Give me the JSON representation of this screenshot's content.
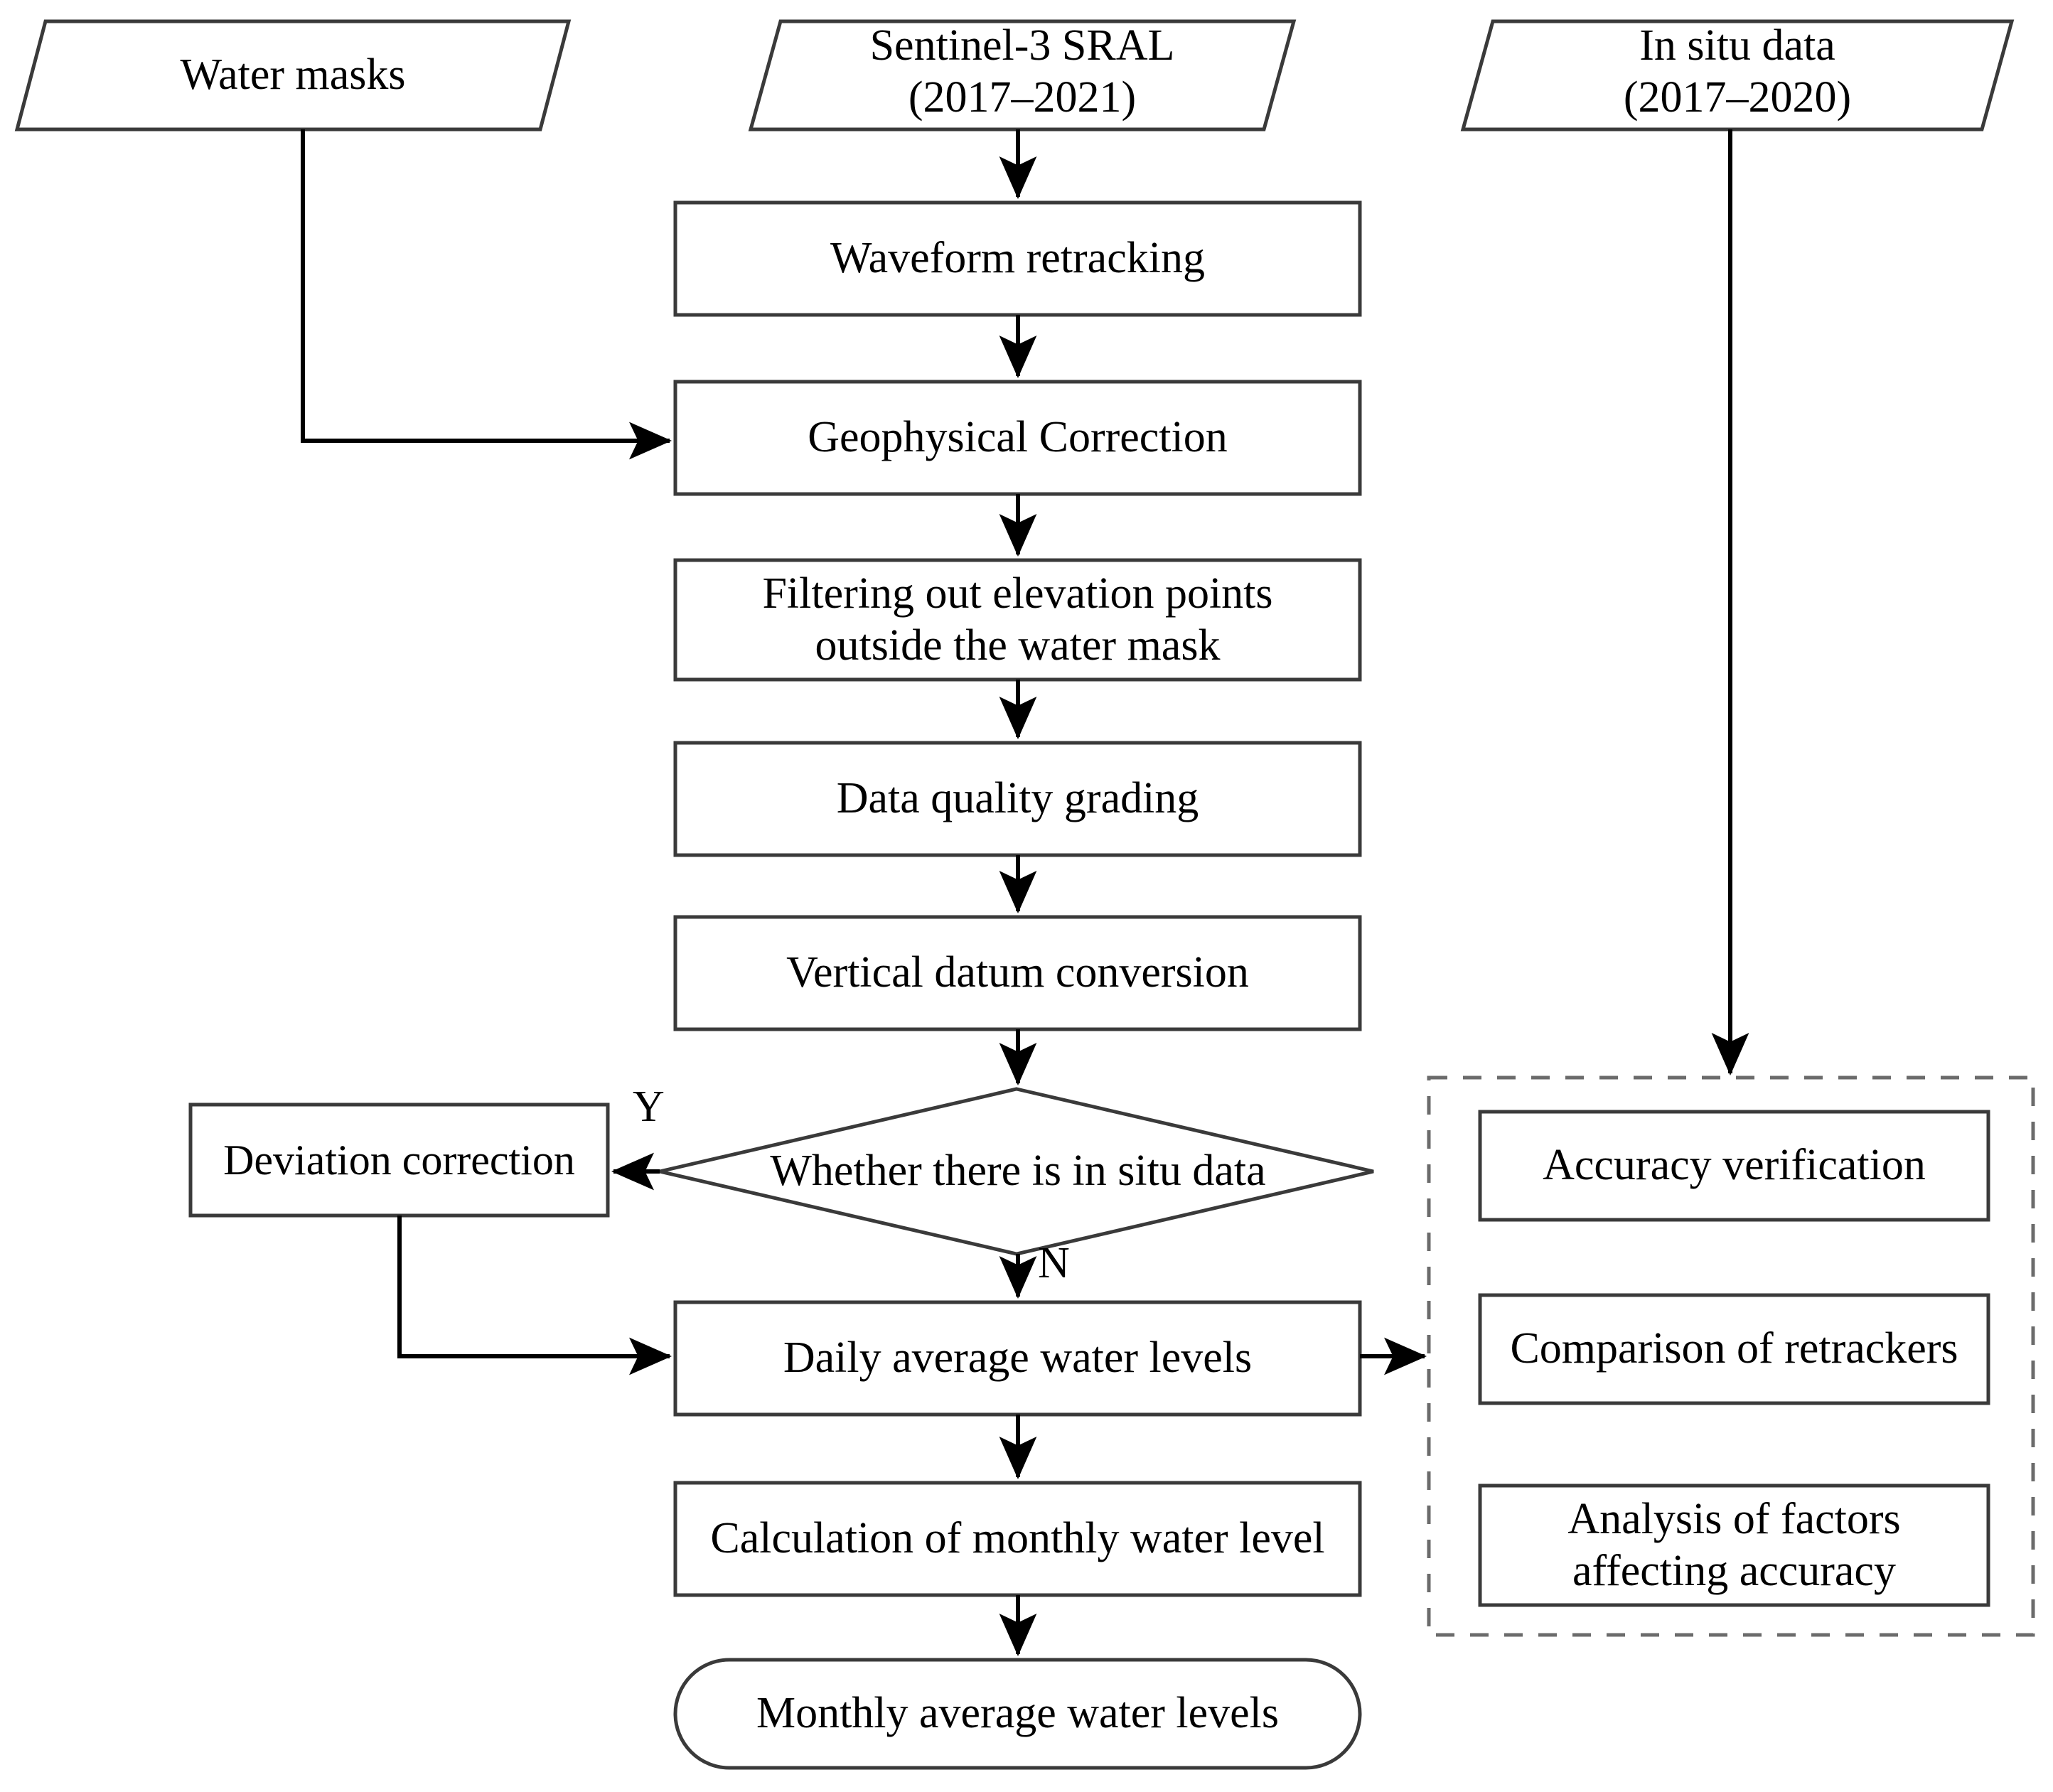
{
  "diagram": {
    "title": "Sentinel-3 SRAL water level processing flowchart",
    "line_color": "#3a3a3a",
    "arrow_color": "#000000",
    "dashed_color": "#6b6b6b",
    "background": "#ffffff",
    "text_color": "#000000"
  },
  "inputs": {
    "water_masks": "Water masks",
    "sral": "Sentinel-3 SRAL\n(2017–2021)",
    "in_situ": "In situ data\n(2017–2020)"
  },
  "process": {
    "waveform_retracking": "Waveform retracking",
    "geophysical_correction": "Geophysical Correction",
    "filtering": "Filtering out elevation points\noutside the water mask",
    "data_quality_grading": "Data quality grading",
    "vertical_datum": "Vertical datum conversion",
    "deviation_correction": "Deviation correction",
    "daily_average": "Daily average water levels",
    "monthly_calculation": "Calculation of monthly water level"
  },
  "decision": {
    "question": "Whether there is in situ data",
    "yes_label": "Y",
    "no_label": "N"
  },
  "output": {
    "monthly_average": "Monthly average water levels"
  },
  "validation_group": {
    "accuracy_verification": "Accuracy verification",
    "comparison_of_retrackers": "Comparison of retrackers",
    "analysis_of_factors": "Analysis of factors\naffecting accuracy"
  }
}
